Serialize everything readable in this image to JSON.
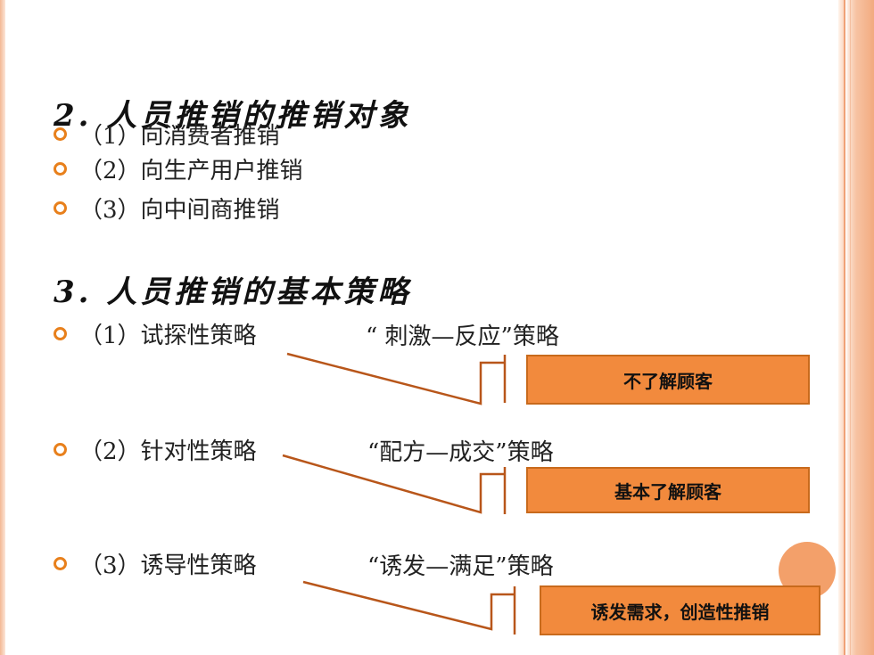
{
  "section2": {
    "heading": "2. 人员推销的推销对象",
    "items": [
      "（1）向消费者推销",
      "（2）向生产用户推销",
      "（3）向中间商推销"
    ]
  },
  "section3": {
    "heading": "3. 人员推销的基本策略",
    "strategies": [
      {
        "name": "（1）试探性策略",
        "quote": "“ 刺激—反应”策略",
        "callout": "不了解顾客"
      },
      {
        "name": "（2）针对性策略",
        "quote": "“配方—成交”策略",
        "callout": "基本了解顾客"
      },
      {
        "name": "（3）诱导性策略",
        "quote": "“诱发—满足”策略",
        "callout": "诱发需求，创造性推销"
      }
    ]
  },
  "colors": {
    "bullet": "#e8801c",
    "callout_fill": "#f28a3d",
    "connector": "#b8561a",
    "border": "#f2aa7f"
  }
}
